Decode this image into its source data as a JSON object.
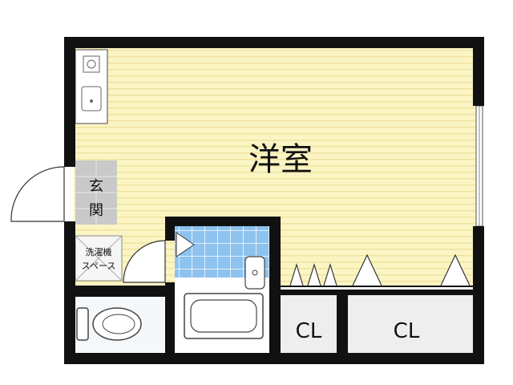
{
  "rooms": {
    "western_room": "洋室",
    "entrance_line1": "玄",
    "entrance_line2": "関",
    "laundry_line1": "洗濯機",
    "laundry_line2": "スペース",
    "closet_small": "CL",
    "closet_large": "CL"
  },
  "colors": {
    "wall": "#111111",
    "floor_western": "#fbf5c4",
    "floor_stripe": "#efe3a0",
    "tile": "#8ec2ef",
    "tile_grid": "#ffffff",
    "entrance_floor": "#c9c9c9",
    "closet_floor": "#eeeeee",
    "wet_floor": "#f2f2f2"
  }
}
